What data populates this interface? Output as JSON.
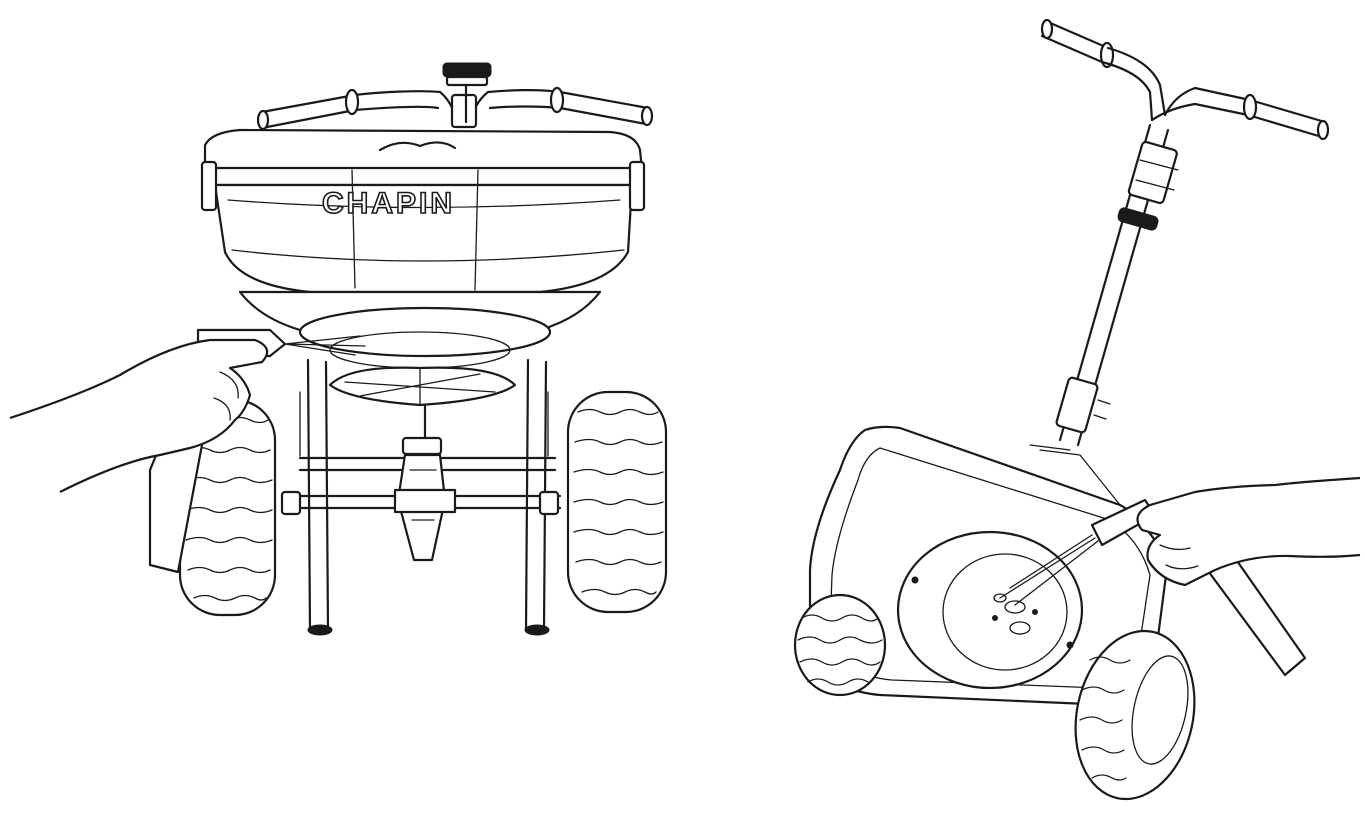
{
  "figures": [
    {
      "id": "front-view",
      "brand_text": "CHAPIN"
    },
    {
      "id": "tilted-hopper-view"
    }
  ]
}
